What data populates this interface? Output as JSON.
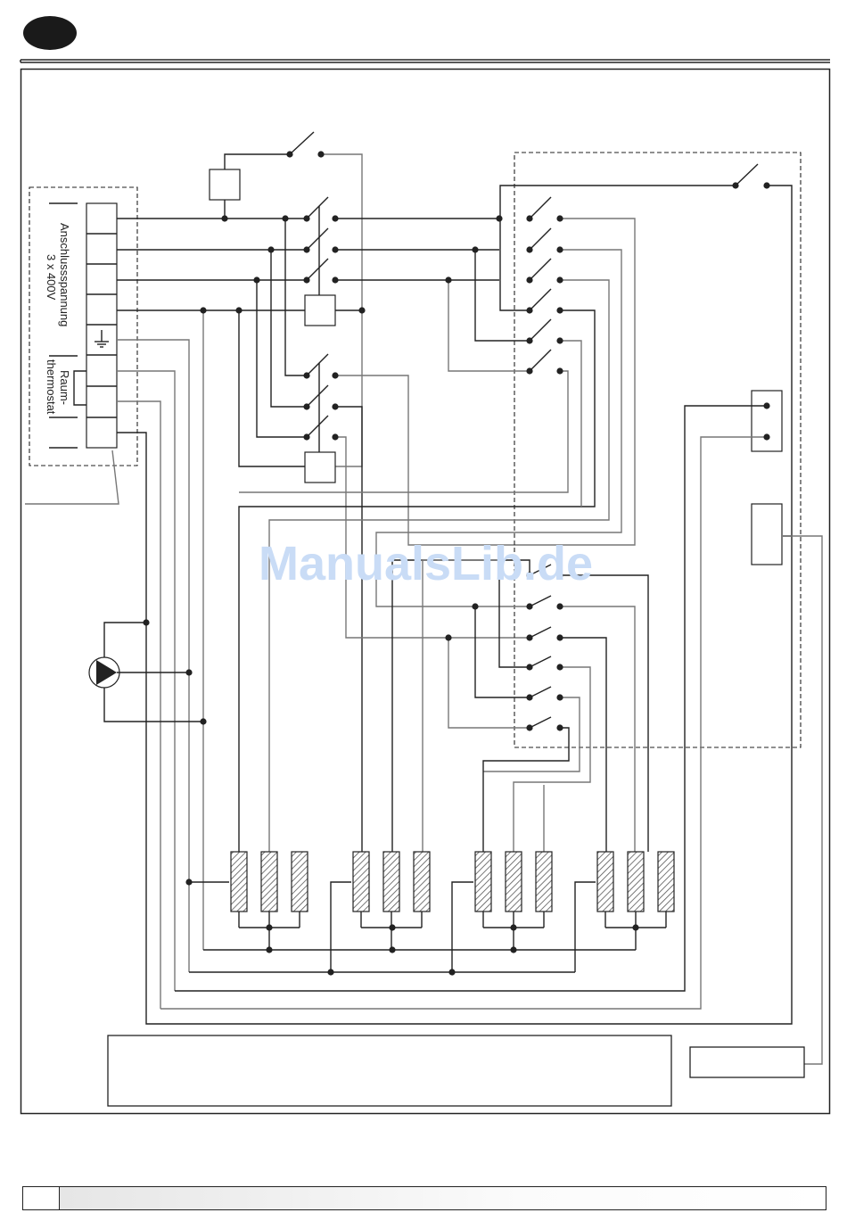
{
  "header": {
    "language_badge": "",
    "badge_color": "#1a1a1a"
  },
  "terminal_block": {
    "supply_label_line1": "Anschlussspannung",
    "supply_label_line2": "3 x 400V",
    "thermostat_label_line1": "Raum-",
    "thermostat_label_line2": "thermostat",
    "ground_symbol": "ground-icon"
  },
  "watermark": "ManualsLib.de",
  "components": {
    "pump": "pump-icon",
    "heating_element_groups": 4,
    "elements_per_group": 3,
    "contactor_switch_rows_main": 6,
    "contactor_switch_rows_lower": 6
  },
  "footer": {
    "page_number": "",
    "caption": ""
  },
  "legend_box_text": "",
  "small_box_text": ""
}
